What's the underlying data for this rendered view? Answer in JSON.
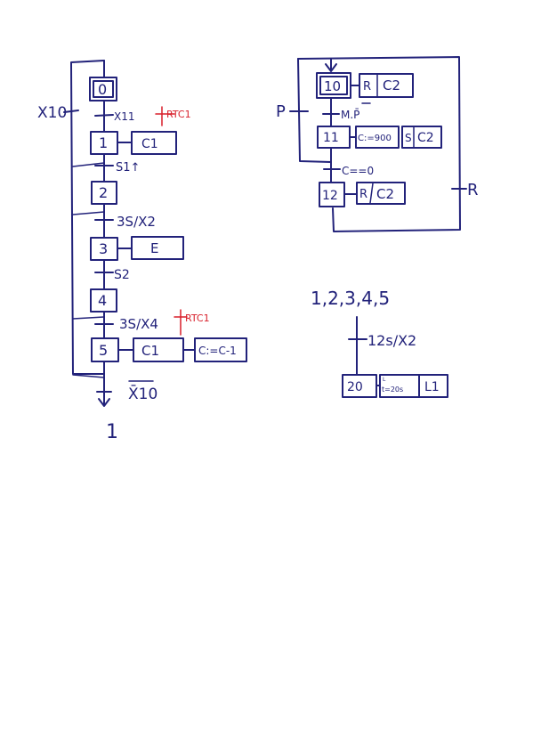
{
  "colors": {
    "ink": "#22227a",
    "red": "#d81f2a",
    "paper": "#ffffff"
  },
  "left_grafcet": {
    "initial_step": "0",
    "side_label": "X10",
    "exit_label": "X̄10",
    "exit_target": "1",
    "steps": [
      {
        "id": "1",
        "actions": [
          "C1"
        ]
      },
      {
        "id": "2",
        "actions": []
      },
      {
        "id": "3",
        "actions": [
          "E"
        ]
      },
      {
        "id": "4",
        "actions": []
      },
      {
        "id": "5",
        "actions": [
          "C1",
          "C:=C-1"
        ]
      }
    ],
    "transitions": [
      {
        "label": "X11",
        "red_note": "RTC1"
      },
      {
        "label": "S1↑"
      },
      {
        "label": "3S/X2"
      },
      {
        "label": "S2"
      },
      {
        "label": "3S/X4",
        "red_note": "RTC1"
      }
    ]
  },
  "right_grafcet": {
    "steps": [
      {
        "id": "10",
        "initial": true,
        "actions": [
          "R",
          "C2"
        ]
      },
      {
        "id": "11",
        "actions": [
          "C:=900",
          "S",
          "C2"
        ]
      },
      {
        "id": "12",
        "actions": [
          "R",
          "C2"
        ]
      }
    ],
    "transitions": [
      {
        "label": "M.P̄"
      },
      {
        "label": "C==0"
      }
    ],
    "side_label_left": "P",
    "side_label_right": "R"
  },
  "timer_fragment": {
    "source_steps": "1,2,3,4,5",
    "transition_label": "12s/X2",
    "step": "20",
    "action_small": "t=20s",
    "action_small_prefix": "L",
    "action": "L1"
  }
}
